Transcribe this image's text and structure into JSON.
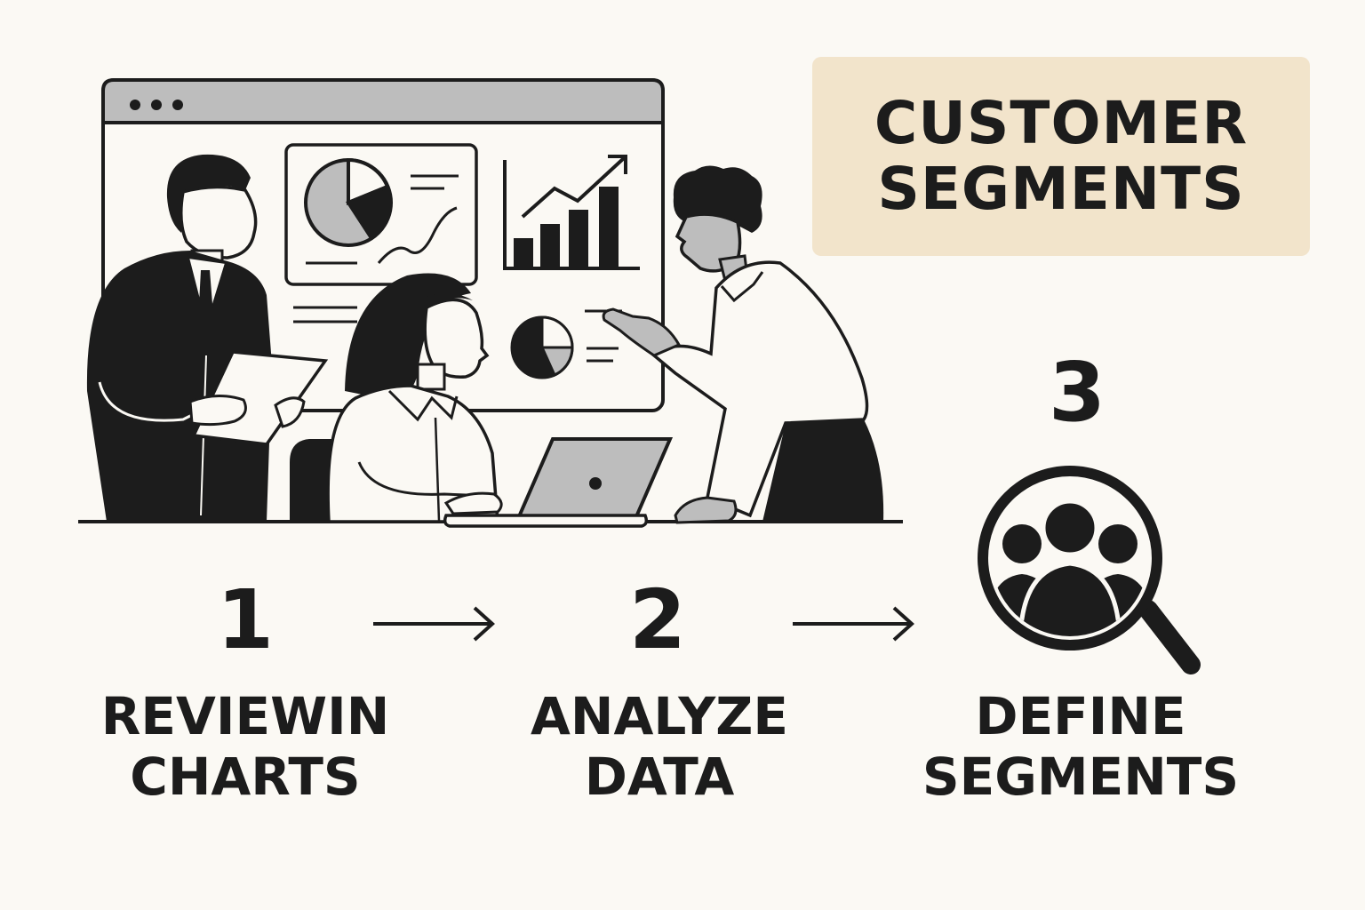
{
  "title": {
    "line1": "CUSTOMER",
    "line2": "SEGMENTS"
  },
  "steps": [
    {
      "number": "1",
      "line1": "REVIEWIN",
      "line2": "CHARTS"
    },
    {
      "number": "2",
      "line1": "ANALYZE",
      "line2": "DATA"
    },
    {
      "number": "3",
      "line1": "DEFINE",
      "line2": "SEGMENTS"
    }
  ],
  "colors": {
    "background": "#fbf9f4",
    "title_box": "#f2e4cb",
    "ink": "#1c1c1c",
    "gray": "#bdbdbd"
  },
  "icons": [
    "browser-window-icon",
    "pie-chart-icon",
    "bar-chart-icon",
    "arrow-right-icon",
    "magnifier-people-icon"
  ]
}
